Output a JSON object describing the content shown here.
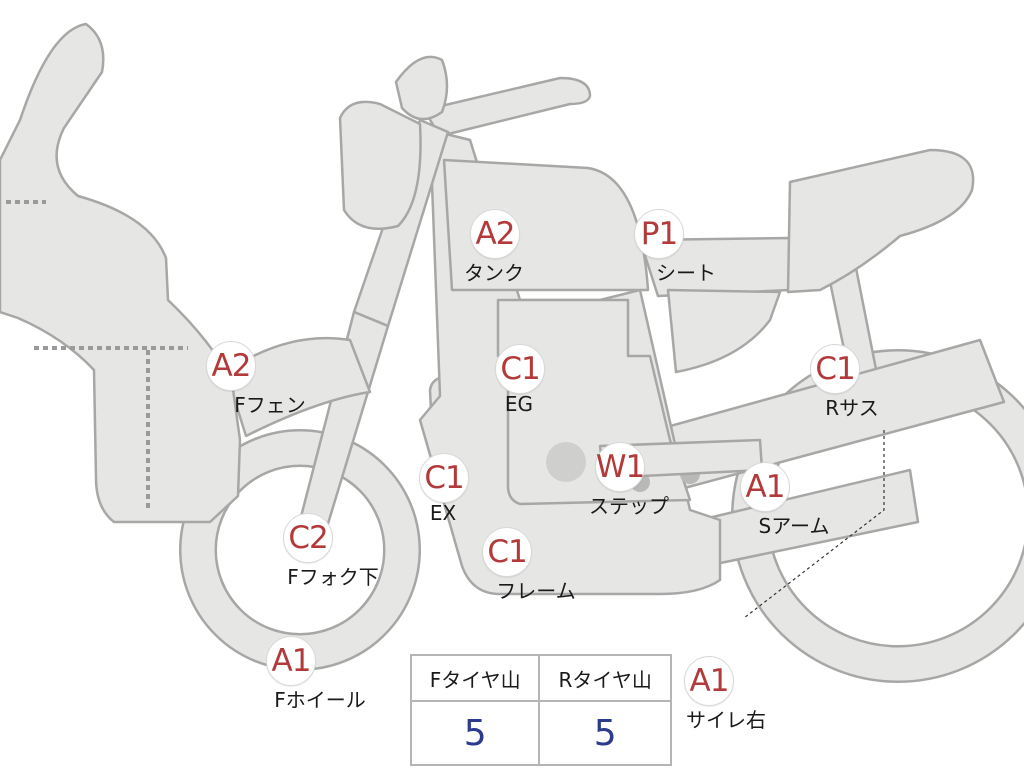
{
  "markers": [
    {
      "id": "tank",
      "code": "A2",
      "label": "タンク"
    },
    {
      "id": "seat",
      "code": "P1",
      "label": "シート"
    },
    {
      "id": "f-fender",
      "code": "A2",
      "label": "Fフェン"
    },
    {
      "id": "engine",
      "code": "C1",
      "label": "EG"
    },
    {
      "id": "r-suspension",
      "code": "C1",
      "label": "Rサス"
    },
    {
      "id": "exhaust",
      "code": "C1",
      "label": "EX"
    },
    {
      "id": "step",
      "code": "W1",
      "label": "ステップ"
    },
    {
      "id": "swing-arm",
      "code": "A1",
      "label": "Sアーム"
    },
    {
      "id": "f-fork-lower",
      "code": "C2",
      "label": "Fフォク下"
    },
    {
      "id": "frame",
      "code": "C1",
      "label": "フレーム"
    },
    {
      "id": "f-wheel",
      "code": "A1",
      "label": "Fホイール"
    },
    {
      "id": "silencer-right",
      "code": "A1",
      "label": "サイレ右"
    }
  ],
  "tire_table": {
    "headers": [
      "Fタイヤ山",
      "Rタイヤ山"
    ],
    "values": [
      "5",
      "5"
    ]
  },
  "colors": {
    "part_fill": "#e6e6e4",
    "part_outline": "#a7a7a5",
    "code_text": "#b23a3a",
    "value_text": "#2c3b8c"
  }
}
